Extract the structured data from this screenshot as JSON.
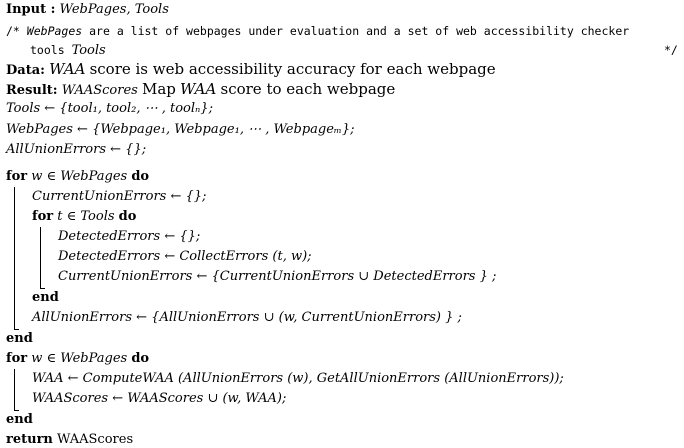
{
  "algorithm": {
    "input_kw": "Input :",
    "input_val": "WebPages, Tools",
    "comment_open": "/*",
    "comment_l1a": "WebPages",
    "comment_l1b": "are a list of webpages under evaluation and a set of web accessibility checker",
    "comment_l2a": "tools",
    "comment_l2b": "Tools",
    "comment_close": "*/",
    "data_kw": "Data:",
    "data_waa": "WAA",
    "data_rest": "score is web accessibility accuracy for each webpage",
    "result_kw": "Result:",
    "result_var": "WAAScores",
    "result_rest1": "Map",
    "result_waa": "WAA",
    "result_rest2": "score to each webpage",
    "tools_assign": "Tools ← {tool₁, tool₂, ⋯ , toolₙ};",
    "webpages_assign": "WebPages ← {Webpage₁, Webpage₁, ⋯ , Webpageₘ};",
    "allunion_init": "AllUnionErrors ← {};",
    "for1_kw": "for",
    "for1_var": "w ∈ WebPages",
    "do_kw": "do",
    "cur_init": "CurrentUnionErrors ← {};",
    "for2_var": "t ∈ Tools",
    "det_init": "DetectedErrors ← {};",
    "det_collect": "DetectedErrors ← CollectErrors (t, w);",
    "cur_union": "CurrentUnionErrors ← {CurrentUnionErrors ∪ DetectedErrors } ;",
    "end_kw": "end",
    "all_union": "AllUnionErrors ← {AllUnionErrors ∪ (w, CurrentUnionErrors) } ;",
    "waa_compute": "WAA ← ComputeWAA (AllUnionErrors (w), GetAllUnionErrors (AllUnionErrors));",
    "waa_scores": "WAAScores ← WAAScores ∪ (w, WAA);",
    "return_kw": "return",
    "return_val": "WAAScores"
  }
}
